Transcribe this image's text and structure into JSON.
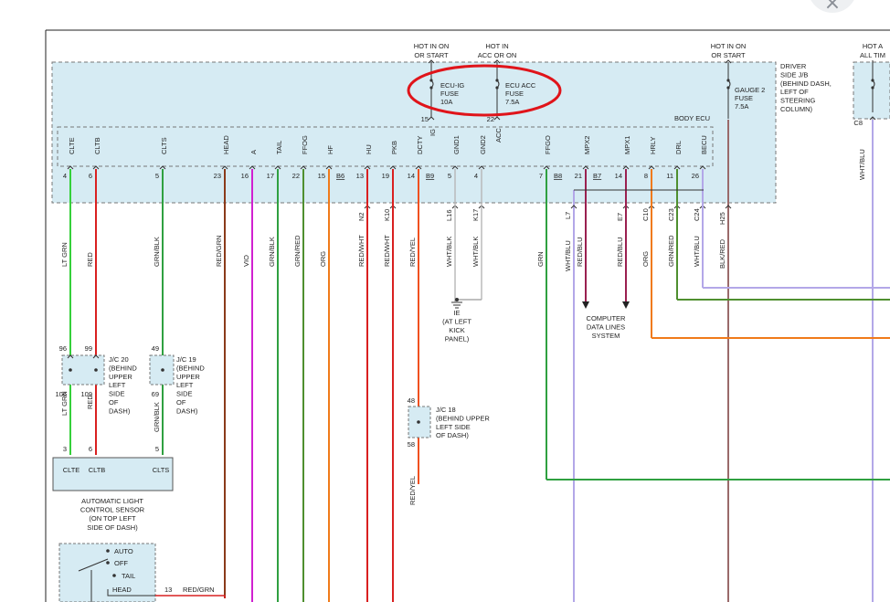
{
  "colors": {
    "jb_fill": "#d6ebf3",
    "jb_stroke": "#777777",
    "highlight": "#e0141a",
    "wire_ltgrn": "#35d03a",
    "wire_red": "#d92020",
    "wire_grn": "#2fa040",
    "wire_vio": "#d020d0",
    "wire_org": "#f07a1a",
    "wire_gray": "#8a8a8a",
    "wire_redblu": "#9a2050",
    "wire_wht": "#b7b7b7",
    "wire_whtblu": "#b3a7e8",
    "wire_blkred": "#9a6a6a",
    "wire_grnred": "#4f8f2f"
  },
  "close_icon": "×",
  "feed_labels": [
    [
      "HOT IN ON",
      "OR START"
    ],
    [
      "HOT IN",
      "ACC OR ON"
    ],
    [
      "HOT IN ON",
      "OR START"
    ],
    [
      "HOT A",
      "ALL TIM"
    ]
  ],
  "fuses": [
    [
      "ECU-IG",
      "FUSE",
      "10A"
    ],
    [
      "ECU ACC",
      "FUSE",
      "7.5A"
    ],
    [
      "GAUGE 2",
      "FUSE",
      "7.5A"
    ]
  ],
  "fuse_pins": [
    "15",
    "IG",
    "22",
    "ACC"
  ],
  "driver_jb_label": [
    "DRIVER",
    "SIDE J/B",
    "(BEHIND DASH,",
    "LEFT OF",
    "STEERING",
    "COLUMN)"
  ],
  "body_ecu_label": "BODY ECU",
  "c8_label": "C8",
  "top_right_wire": "WHT/BLU",
  "terminals": [
    {
      "name": "CLTE",
      "pin": "4",
      "conn": "",
      "wire": "LT GRN",
      "color": "#35d03a"
    },
    {
      "name": "CLTB",
      "pin": "6",
      "conn": "",
      "wire": "RED",
      "color": "#d92020"
    },
    {
      "name": "CLTS",
      "pin": "5",
      "conn": "",
      "wire": "GRN/BLK",
      "color": "#2fa040"
    },
    {
      "name": "HEAD",
      "pin": "23",
      "conn": "",
      "wire": "RED/GRN",
      "color": "#8a3a1a"
    },
    {
      "name": "A",
      "pin": "16",
      "conn": "",
      "wire": "VIO",
      "color": "#d020d0"
    },
    {
      "name": "TAIL",
      "pin": "17",
      "conn": "",
      "wire": "GRN/BLK",
      "color": "#2fa040"
    },
    {
      "name": "FFOG",
      "pin": "22",
      "conn": "",
      "wire": "GRN/RED",
      "color": "#4f8f2f"
    },
    {
      "name": "HF",
      "pin": "15",
      "conn": "B6",
      "wire": "ORG",
      "color": "#f07a1a"
    },
    {
      "name": "HU",
      "pin": "13",
      "conn": "N2",
      "wire": "RED/WHT",
      "color": "#d92020"
    },
    {
      "name": "PKB",
      "pin": "19",
      "conn": "K10",
      "wire": "RED/WHT",
      "color": "#d92020"
    },
    {
      "name": "DCTY",
      "pin": "14",
      "conn": "B9",
      "wire": "RED/YEL",
      "color": "#f05020"
    },
    {
      "name": "GND1",
      "pin": "5",
      "conn": "L16",
      "wire": "WHT/BLK",
      "color": "#b7b7b7"
    },
    {
      "name": "GND2",
      "pin": "4",
      "conn": "K17",
      "wire": "WHT/BLK",
      "color": "#b7b7b7"
    },
    {
      "name": "FFGO",
      "pin": "7",
      "conn": "B8",
      "wire": "GRN",
      "color": "#2fa040"
    },
    {
      "name": "MPX2",
      "pin": "21",
      "conn": "B7",
      "wire": "RED/BLU",
      "color": "#9a2050"
    },
    {
      "name": "MPX1",
      "pin": "14",
      "conn": "E7",
      "wire": "RED/BLU",
      "color": "#9a2050"
    },
    {
      "name": "HRLY",
      "pin": "8",
      "conn": "C10",
      "wire": "ORG",
      "color": "#f07a1a"
    },
    {
      "name": "DRL",
      "pin": "11",
      "conn": "C23",
      "wire": "GRN/RED",
      "color": "#4f8f2f"
    },
    {
      "name": "BECU",
      "pin": "26",
      "conn": "C24",
      "wire": "WHT/BLU",
      "color": "#b3a7e8"
    }
  ],
  "extra_wires": [
    {
      "conn": "L7",
      "wire": "WHT/BLU"
    },
    {
      "conn": "H25",
      "wire": "BLK/RED"
    }
  ],
  "ground": [
    "IE",
    "(AT LEFT",
    "KICK",
    "PANEL)"
  ],
  "data_lines": [
    "COMPUTER",
    "DATA LINES",
    "SYSTEM"
  ],
  "jc20": {
    "pins": [
      "96",
      "99",
      "106",
      "109"
    ],
    "label": [
      "J/C 20",
      "(BEHIND",
      "UPPER",
      "LEFT",
      "SIDE",
      "OF",
      "DASH)"
    ]
  },
  "jc19": {
    "pins": [
      "49",
      "69"
    ],
    "label": [
      "J/C 19",
      "(BEHIND",
      "UPPER",
      "LEFT",
      "SIDE",
      "OF",
      "DASH)"
    ]
  },
  "jc18": {
    "pins": [
      "48",
      "58"
    ],
    "label": [
      "J/C 18",
      "(BEHIND UPPER",
      "LEFT SIDE",
      "OF DASH)"
    ]
  },
  "sensor": {
    "pins": [
      "3",
      "6",
      "5"
    ],
    "terms": [
      "CLTE",
      "CLTB",
      "CLTS"
    ],
    "label": [
      "AUTOMATIC LIGHT",
      "CONTROL SENSOR",
      "(ON TOP LEFT",
      "SIDE OF DASH)"
    ]
  },
  "switch": {
    "positions": [
      "AUTO",
      "OFF",
      "TAIL",
      "HEAD"
    ],
    "pin": "13",
    "wire": "RED/GRN"
  }
}
